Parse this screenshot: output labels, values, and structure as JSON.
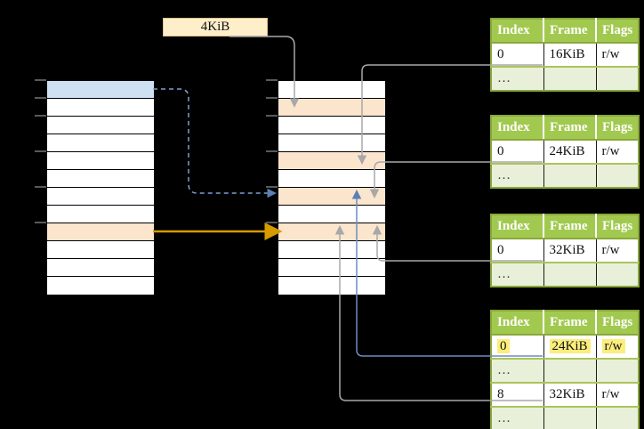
{
  "page_size_label": "4KiB",
  "tables": [
    {
      "headers": [
        "Index",
        "Frame",
        "Flags"
      ],
      "rows": [
        [
          "0",
          "16KiB",
          "r/w"
        ],
        [
          "…",
          "",
          ""
        ]
      ]
    },
    {
      "headers": [
        "Index",
        "Frame",
        "Flags"
      ],
      "rows": [
        [
          "0",
          "24KiB",
          "r/w"
        ],
        [
          "…",
          "",
          ""
        ]
      ]
    },
    {
      "headers": [
        "Index",
        "Frame",
        "Flags"
      ],
      "rows": [
        [
          "0",
          "32KiB",
          "r/w"
        ],
        [
          "…",
          "",
          ""
        ]
      ]
    },
    {
      "headers": [
        "Index",
        "Frame",
        "Flags"
      ],
      "rows": [
        [
          "0",
          "24KiB",
          "r/w"
        ],
        [
          "…",
          "",
          ""
        ],
        [
          "8",
          "32KiB",
          "r/w"
        ],
        [
          "…",
          "",
          ""
        ]
      ],
      "highlighted_row": 0
    }
  ],
  "memory_columns": {
    "left": {
      "row_count": 12,
      "blue_rows": [
        0
      ],
      "orange_rows": [
        8
      ]
    },
    "right": {
      "row_count": 12,
      "orange_rows": [
        1,
        4,
        6,
        8
      ]
    }
  },
  "colors": {
    "background": "#000000",
    "table_header_green": "#a2c94f",
    "table_alt_row_green": "#e9f0da",
    "table_border_green": "#8aa83b",
    "page_orange": "#fce5cd",
    "virtual_blue": "#cfe0f3",
    "highlight_yellow": "#fbee7c",
    "label_cream": "#ffeeca",
    "arrow_gray": "#a8a8a8",
    "arrow_blue": "#6c8ebf",
    "arrow_orange": "#d79b00",
    "tick_gray": "#787878"
  }
}
